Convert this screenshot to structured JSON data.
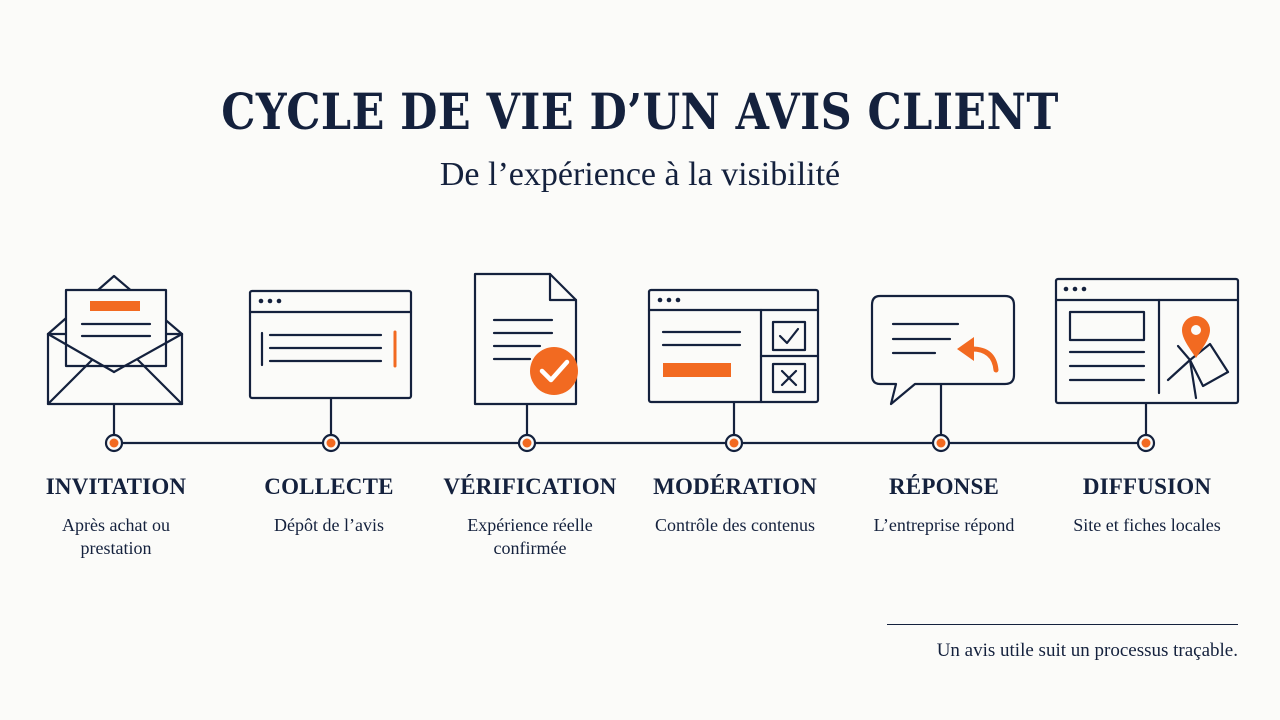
{
  "header": {
    "title": "CYCLE DE VIE D’UN AVIS CLIENT",
    "subtitle": "De l’expérience à la visibilité"
  },
  "colors": {
    "navy": "#14213d",
    "accent": "#f26a21",
    "background": "#fbfbf9"
  },
  "steps": [
    {
      "label": "INVITATION",
      "description": "Après achat ou prestation",
      "icon": "envelope-letter-icon"
    },
    {
      "label": "COLLECTE",
      "description": "Dépôt de l’avis",
      "icon": "browser-form-icon"
    },
    {
      "label": "VÉRIFICATION",
      "description": "Expérience réelle confirmée",
      "icon": "document-check-icon"
    },
    {
      "label": "MODÉRATION",
      "description": "Contrôle des contenus",
      "icon": "browser-checklist-icon"
    },
    {
      "label": "RÉPONSE",
      "description": "L’entreprise répond",
      "icon": "speech-bubble-reply-icon"
    },
    {
      "label": "DIFFUSION",
      "description": "Site et fiches locales",
      "icon": "browser-map-pin-icon"
    }
  ],
  "footer": {
    "note": "Un avis utile suit un processus traçable."
  }
}
